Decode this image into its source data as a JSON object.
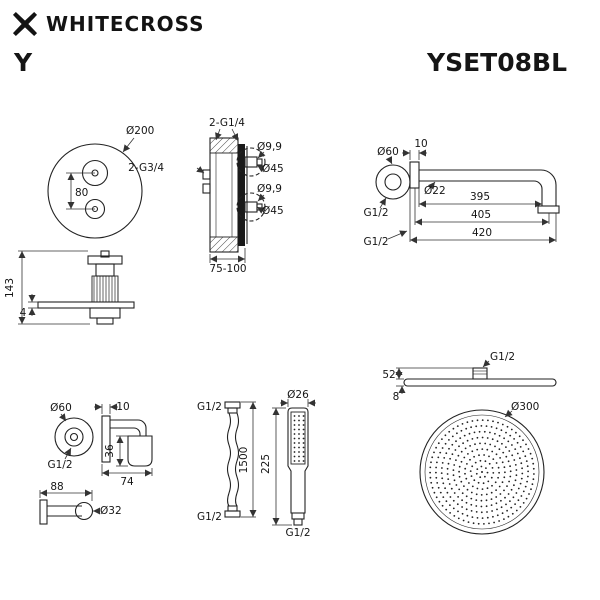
{
  "header": {
    "logo_icon": "whitecross-x-icon",
    "brand": "WHITECROSS",
    "series": "Y",
    "model": "YSET08BL"
  },
  "colors": {
    "ink": "#1a1a1a",
    "background": "#ffffff"
  },
  "diagrams": {
    "mixer_front": {
      "diameter": "Ø200",
      "handle_spacing": "80"
    },
    "mixer_side": {
      "top_connections": "2-G1/4",
      "side_connections": "2-G3/4",
      "hole_small_1": "Ø9,9",
      "trim_1": "Ø45",
      "hole_small_2": "Ø9,9",
      "trim_2": "Ø45",
      "depth_range": "75-100"
    },
    "mixer_profile": {
      "height": "143",
      "plate_thickness": "4"
    },
    "shower_arm": {
      "flange_diameter": "Ø60",
      "flange_depth": "10",
      "tube_diameter": "Ø22",
      "length_1": "395",
      "length_2": "405",
      "length_3": "420",
      "thread_1": "G1/2",
      "thread_2": "G1/2"
    },
    "wall_outlet": {
      "flange_diameter": "Ø60",
      "plate_depth": "10",
      "holder_height": "36",
      "depth": "74",
      "thread": "G1/2",
      "length": "88",
      "outlet_diameter": "Ø32"
    },
    "hose": {
      "thread_top": "G1/2",
      "length": "1500",
      "thread_bottom": "G1/2"
    },
    "hand_shower": {
      "head_diameter": "Ø26",
      "length": "225",
      "thread": "G1/2"
    },
    "head_shower": {
      "thread": "G1/2",
      "connector_height": "52",
      "disc_thickness": "8",
      "diameter": "Ø300"
    }
  }
}
